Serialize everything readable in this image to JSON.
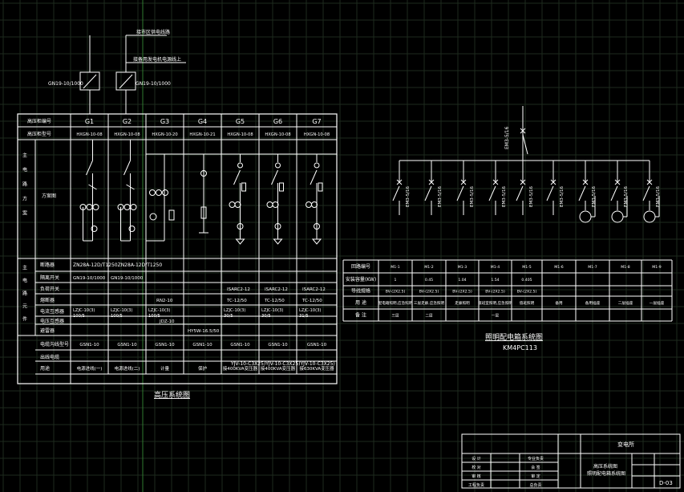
{
  "hv": {
    "top_labels": {
      "incoming": "接市区供电线路",
      "backup": "接备用发电机电源线上",
      "switch_left": "GN19-10/1000",
      "switch_right": "GN19-10/1000"
    },
    "row_headers": {
      "cabinet_no": "高压柜编号",
      "cabinet_model": "高压柜型号",
      "scheme": "方案图",
      "main_circuit": "主电路方案",
      "main_elements": "主电路元件",
      "breaker": "断路器",
      "isolator": "隔离开关",
      "load_switch": "负荷开关",
      "fuse": "熔断器",
      "ct": "电流互感器",
      "vt": "电压互感器",
      "arrester": "避雷器",
      "cable_trench": "电缆沟线型号",
      "outgoing_cable": "出线电缆",
      "use": "用途"
    },
    "cabinet_ids": [
      "G1",
      "G2",
      "G3",
      "G4",
      "G5",
      "G6",
      "G7"
    ],
    "cabinet_models": [
      "HXGN-10-08",
      "HXGN-10-08",
      "HXGN-10-20",
      "HXGN-10-21",
      "HXGN-10-08",
      "HXGN-10-08",
      "HXGN-10-08"
    ],
    "breaker_text": "ZN28A-12D/T1250ZN28A-12D/T1250",
    "isolator": [
      "GN19-10/1000",
      "GN19-10/1000"
    ],
    "load_switch": [
      "ISARC2-12",
      "ISARC2-12",
      "ISARC2-12"
    ],
    "fuse": [
      "RN2-10",
      "",
      "TC-12/50",
      "TC-12/50",
      "TC-12/50"
    ],
    "ct": [
      "LZJC-10(3)\n100/5",
      "LZJC-10(3)\n100/5",
      "LZJC-10(3)\n100/5",
      "LZJC-10(3)\n30/5",
      "LZJC-10(3)\n30/5",
      "LZJC-10(3)\n31/5"
    ],
    "vt": "JDZ-10",
    "arrester": "HY5W-16.5/50",
    "cable_trench": [
      "GSN1-10",
      "GSN1-10",
      "GSN1-10",
      "GSN1-10",
      "GSN1-10",
      "GSN1-10",
      "GSN1-10"
    ],
    "outgoing_cable": "YJV-10-C3X25)YJV-10-C3X25)YJV-10-C3X25)",
    "use": [
      "电源进线(一)",
      "电源进线(二)",
      "计量",
      "保护",
      "接400KVA变压器",
      "接400KVA变压器",
      "接630KVA变压器"
    ],
    "title": "高压系统图"
  },
  "lv": {
    "top_breaker": "EM3-5/16",
    "branch_labels": [
      "EM3-5/16",
      "EM3-5/16",
      "EM3-5/16",
      "EM3-5/16",
      "EM3-5/16",
      "EM3-5/16",
      "EM3-5/16",
      "EM3-5/16",
      "EM3-5/16"
    ],
    "header_row": [
      "回路编号",
      "M1-1",
      "M1-2",
      "M1-3",
      "M1-4",
      "M1-5",
      "M1-6",
      "M1-7",
      "M1-8",
      "M1-9"
    ],
    "power_row": [
      "安装容量(KW)",
      "1",
      "0.45",
      "1.04",
      "1.54",
      "0.405",
      "",
      "",
      "",
      ""
    ],
    "cable_row": [
      "导线规格",
      "BV-(2X2.5)",
      "BV-(2X2.5)",
      "BV-(2X2.5)",
      "BV-(2X2.5)",
      "BV-(2X2.5)",
      "",
      "",
      "",
      ""
    ],
    "use_row": [
      "用  途",
      "配电箱照明,应急照明",
      "三层走廊,应急照明",
      "走廊照明",
      "值班室照明,应急照明",
      "值班照明",
      "备用",
      "备用插座",
      "二层插座",
      "一层插座"
    ],
    "note_row": [
      "备  注",
      "三层",
      "二层",
      "",
      "一层",
      "",
      "",
      "",
      "",
      ""
    ],
    "title": "照明配电箱系统图",
    "subtitle": "KM4PC113"
  },
  "title_block": {
    "project": "变电所",
    "drawing_names": [
      "高压系统图",
      "照明配电箱系统图"
    ],
    "drawing_no": "D-03",
    "roles": [
      "设 计",
      "校 对",
      "审 核",
      "工程负责"
    ],
    "cells": [
      "专业负责",
      "会 签",
      "审 定",
      "总负责"
    ]
  },
  "colors": {
    "background": "#000000",
    "lines": "#ffffff",
    "grid": "#1e2a1e",
    "accent": "#00ff00"
  }
}
